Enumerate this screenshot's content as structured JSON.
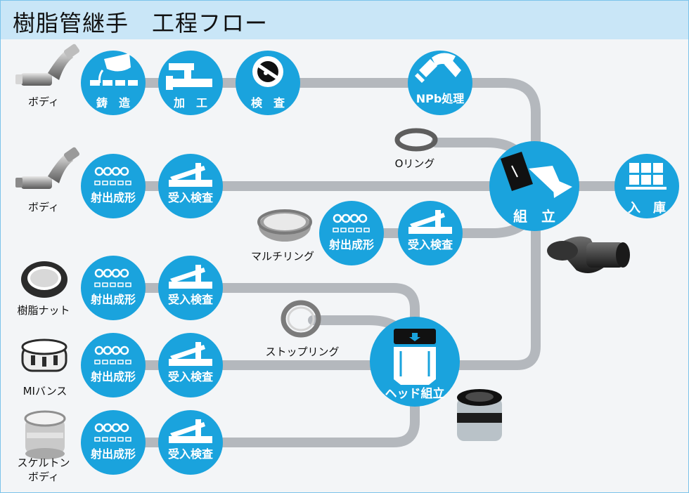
{
  "title": "樹脂管継手　工程フロー",
  "colors": {
    "process_fill": "#1aa3dd",
    "flow_line": "#b4b8bd",
    "title_background": "#c9e6f7"
  },
  "parts": {
    "body_1": "ボディ",
    "body_2": "ボディ",
    "o_ring": "Oリング",
    "multi_ring": "マルチリング",
    "resin_nut": "樹脂ナット",
    "mi_vance": "MIバンス",
    "stop_ring": "ストップリング",
    "skeleton_body_line1": "スケルトン",
    "skeleton_body_line2": "ボディ"
  },
  "processes": {
    "casting": "鋳　造",
    "machining": "加　工",
    "inspection": "検　査",
    "npb": "NPb処理",
    "injection_1": "射出成形",
    "receiving_1": "受入検査",
    "injection_2": "射出成形",
    "receiving_2": "受入検査",
    "injection_3": "射出成形",
    "receiving_3": "受入検査",
    "injection_4": "射出成形",
    "receiving_4": "受入検査",
    "injection_5": "射出成形",
    "receiving_5": "受入検査",
    "head_assembly": "ヘッド組立",
    "assembly": "組　立",
    "warehousing": "入　庫"
  },
  "icons": {
    "casting": "ladle-pour-icon",
    "machining": "lathe-icon",
    "inspection": "magnifier-icon",
    "npb": "elbow-fitting-icon",
    "injection": "injection-mold-icon",
    "receiving": "caliper-icon",
    "head_assembly": "press-fit-icon",
    "assembly": "insert-icon",
    "warehousing": "pallet-boxes-icon"
  }
}
